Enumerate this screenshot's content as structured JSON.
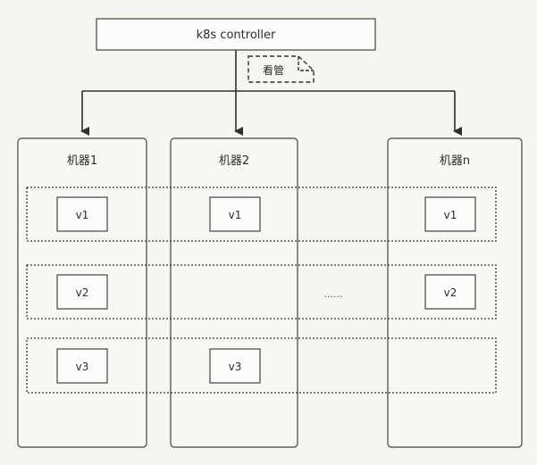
{
  "controller": {
    "label": "k8s controller"
  },
  "annotation": {
    "label": "看管"
  },
  "machines": [
    {
      "label": "机器1",
      "v1": "v1",
      "v2": "v2",
      "v3": "v3"
    },
    {
      "label": "机器2",
      "v1": "v1",
      "v3": "v3"
    },
    {
      "label": "机器n",
      "v1": "v1",
      "v2": "v2"
    }
  ],
  "ellipsis": "......"
}
